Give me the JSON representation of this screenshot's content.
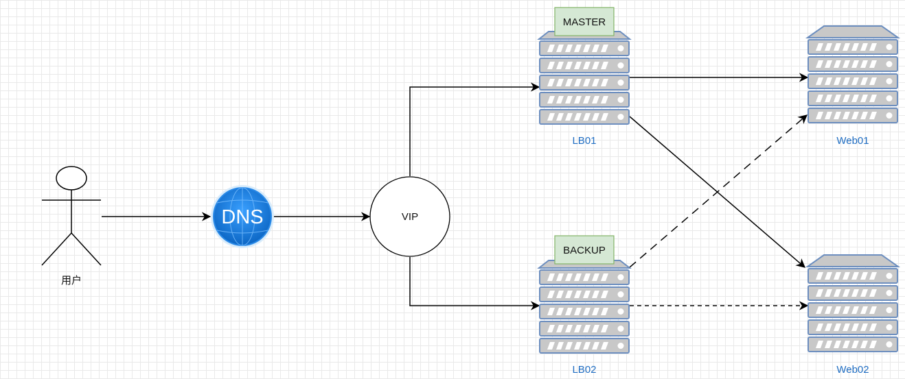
{
  "nodes": {
    "user": {
      "label": "用户"
    },
    "dns": {
      "label": "DNS"
    },
    "vip": {
      "label": "VIP"
    },
    "lb01": {
      "label": "LB01",
      "role_tag": "MASTER"
    },
    "lb02": {
      "label": "LB02",
      "role_tag": "BACKUP"
    },
    "web01": {
      "label": "Web01"
    },
    "web02": {
      "label": "Web02"
    }
  },
  "edges": [
    {
      "from": "user",
      "to": "dns",
      "style": "solid"
    },
    {
      "from": "dns",
      "to": "vip",
      "style": "solid"
    },
    {
      "from": "vip",
      "to": "lb01",
      "style": "solid"
    },
    {
      "from": "vip",
      "to": "lb02",
      "style": "solid"
    },
    {
      "from": "lb01",
      "to": "web01",
      "style": "solid"
    },
    {
      "from": "lb01",
      "to": "web02",
      "style": "solid"
    },
    {
      "from": "lb02",
      "to": "web01",
      "style": "dashed"
    },
    {
      "from": "lb02",
      "to": "web02",
      "style": "dashed"
    }
  ],
  "colors": {
    "server_fill": "#c8c8c8",
    "server_stroke": "#6c8ebf",
    "label_blue": "#1f6dc2",
    "tag_fill": "#d5e8d4",
    "tag_stroke": "#82b366",
    "dns_globe": "#1a7fd6"
  }
}
